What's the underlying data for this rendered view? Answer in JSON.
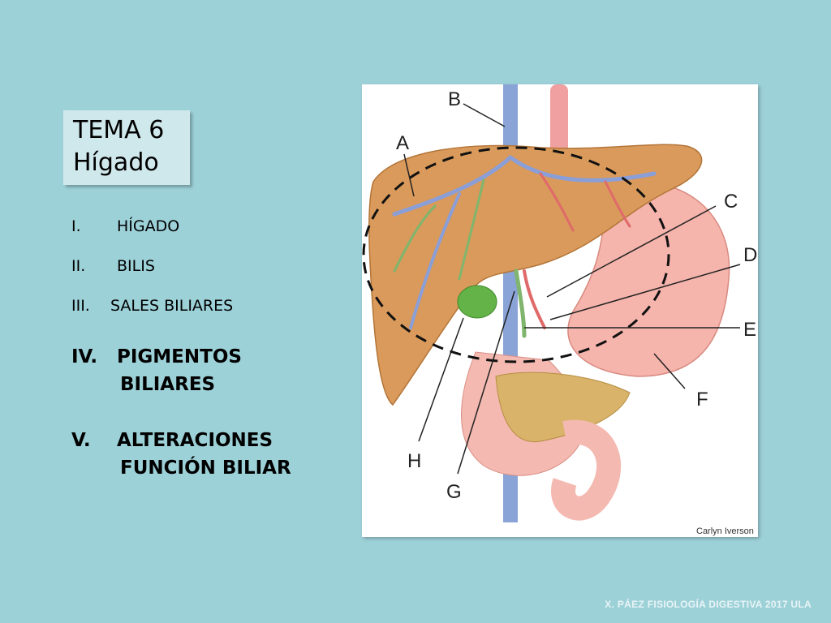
{
  "title": {
    "line1": "TEMA 6",
    "line2": "Hígado"
  },
  "outline": [
    {
      "num": "I.",
      "text": "HÍGADO"
    },
    {
      "num": "II.",
      "text": "BILIS"
    },
    {
      "num": "III.",
      "text": "SALES BILIARES"
    },
    {
      "num": "IV.",
      "text": "PIGMENTOS",
      "text2": "BILIARES"
    },
    {
      "num": "V.",
      "text": "ALTERACIONES",
      "text2": "FUNCIÓN BILIAR"
    }
  ],
  "figure": {
    "labels": [
      "A",
      "B",
      "C",
      "D",
      "E",
      "F",
      "G",
      "H"
    ],
    "credit": "Carlyn Iverson"
  },
  "footer": "X. PÁEZ   FISIOLOGÍA DIGESTIVA 2017 ULA"
}
